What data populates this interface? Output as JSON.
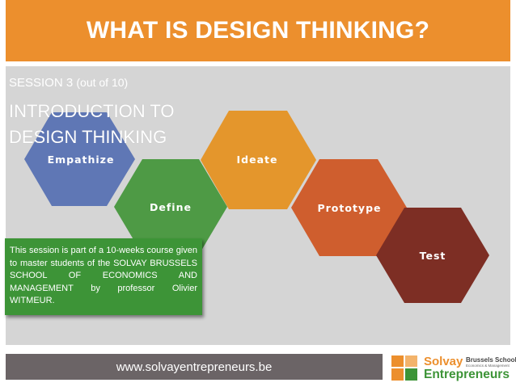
{
  "header": {
    "title": "WHAT IS DESIGN THINKING?"
  },
  "session": {
    "prefix": "SESSION 3",
    "suffix": "(out of 10)"
  },
  "intro": {
    "line1": "INTRODUCTION TO",
    "line2": "DESIGN THINKING"
  },
  "steps": [
    {
      "label": "Empathize",
      "color": "#5f77b5"
    },
    {
      "label": "Define",
      "color": "#4e9a45"
    },
    {
      "label": "Ideate",
      "color": "#e4962c"
    },
    {
      "label": "Prototype",
      "color": "#cf5e2e"
    },
    {
      "label": "Test",
      "color": "#7d2e24"
    }
  ],
  "info": {
    "text": "This session is part of a 10-weeks course given to master students of the SOLVAY BRUSSELS SCHOOL OF ECONOMICS AND MANAGEMENT by professor Olivier WITMEUR."
  },
  "footer": {
    "url": "www.solvayentrepreneurs.be"
  },
  "logo": {
    "line1": "Solvay",
    "line1_sub": "Brussels School",
    "line1_tiny": "Economics & Management",
    "line2": "Entrepreneurs"
  },
  "colors": {
    "accent": "#ec8f2d",
    "brand_green": "#3d9437",
    "footer_gray": "#6b6466"
  }
}
